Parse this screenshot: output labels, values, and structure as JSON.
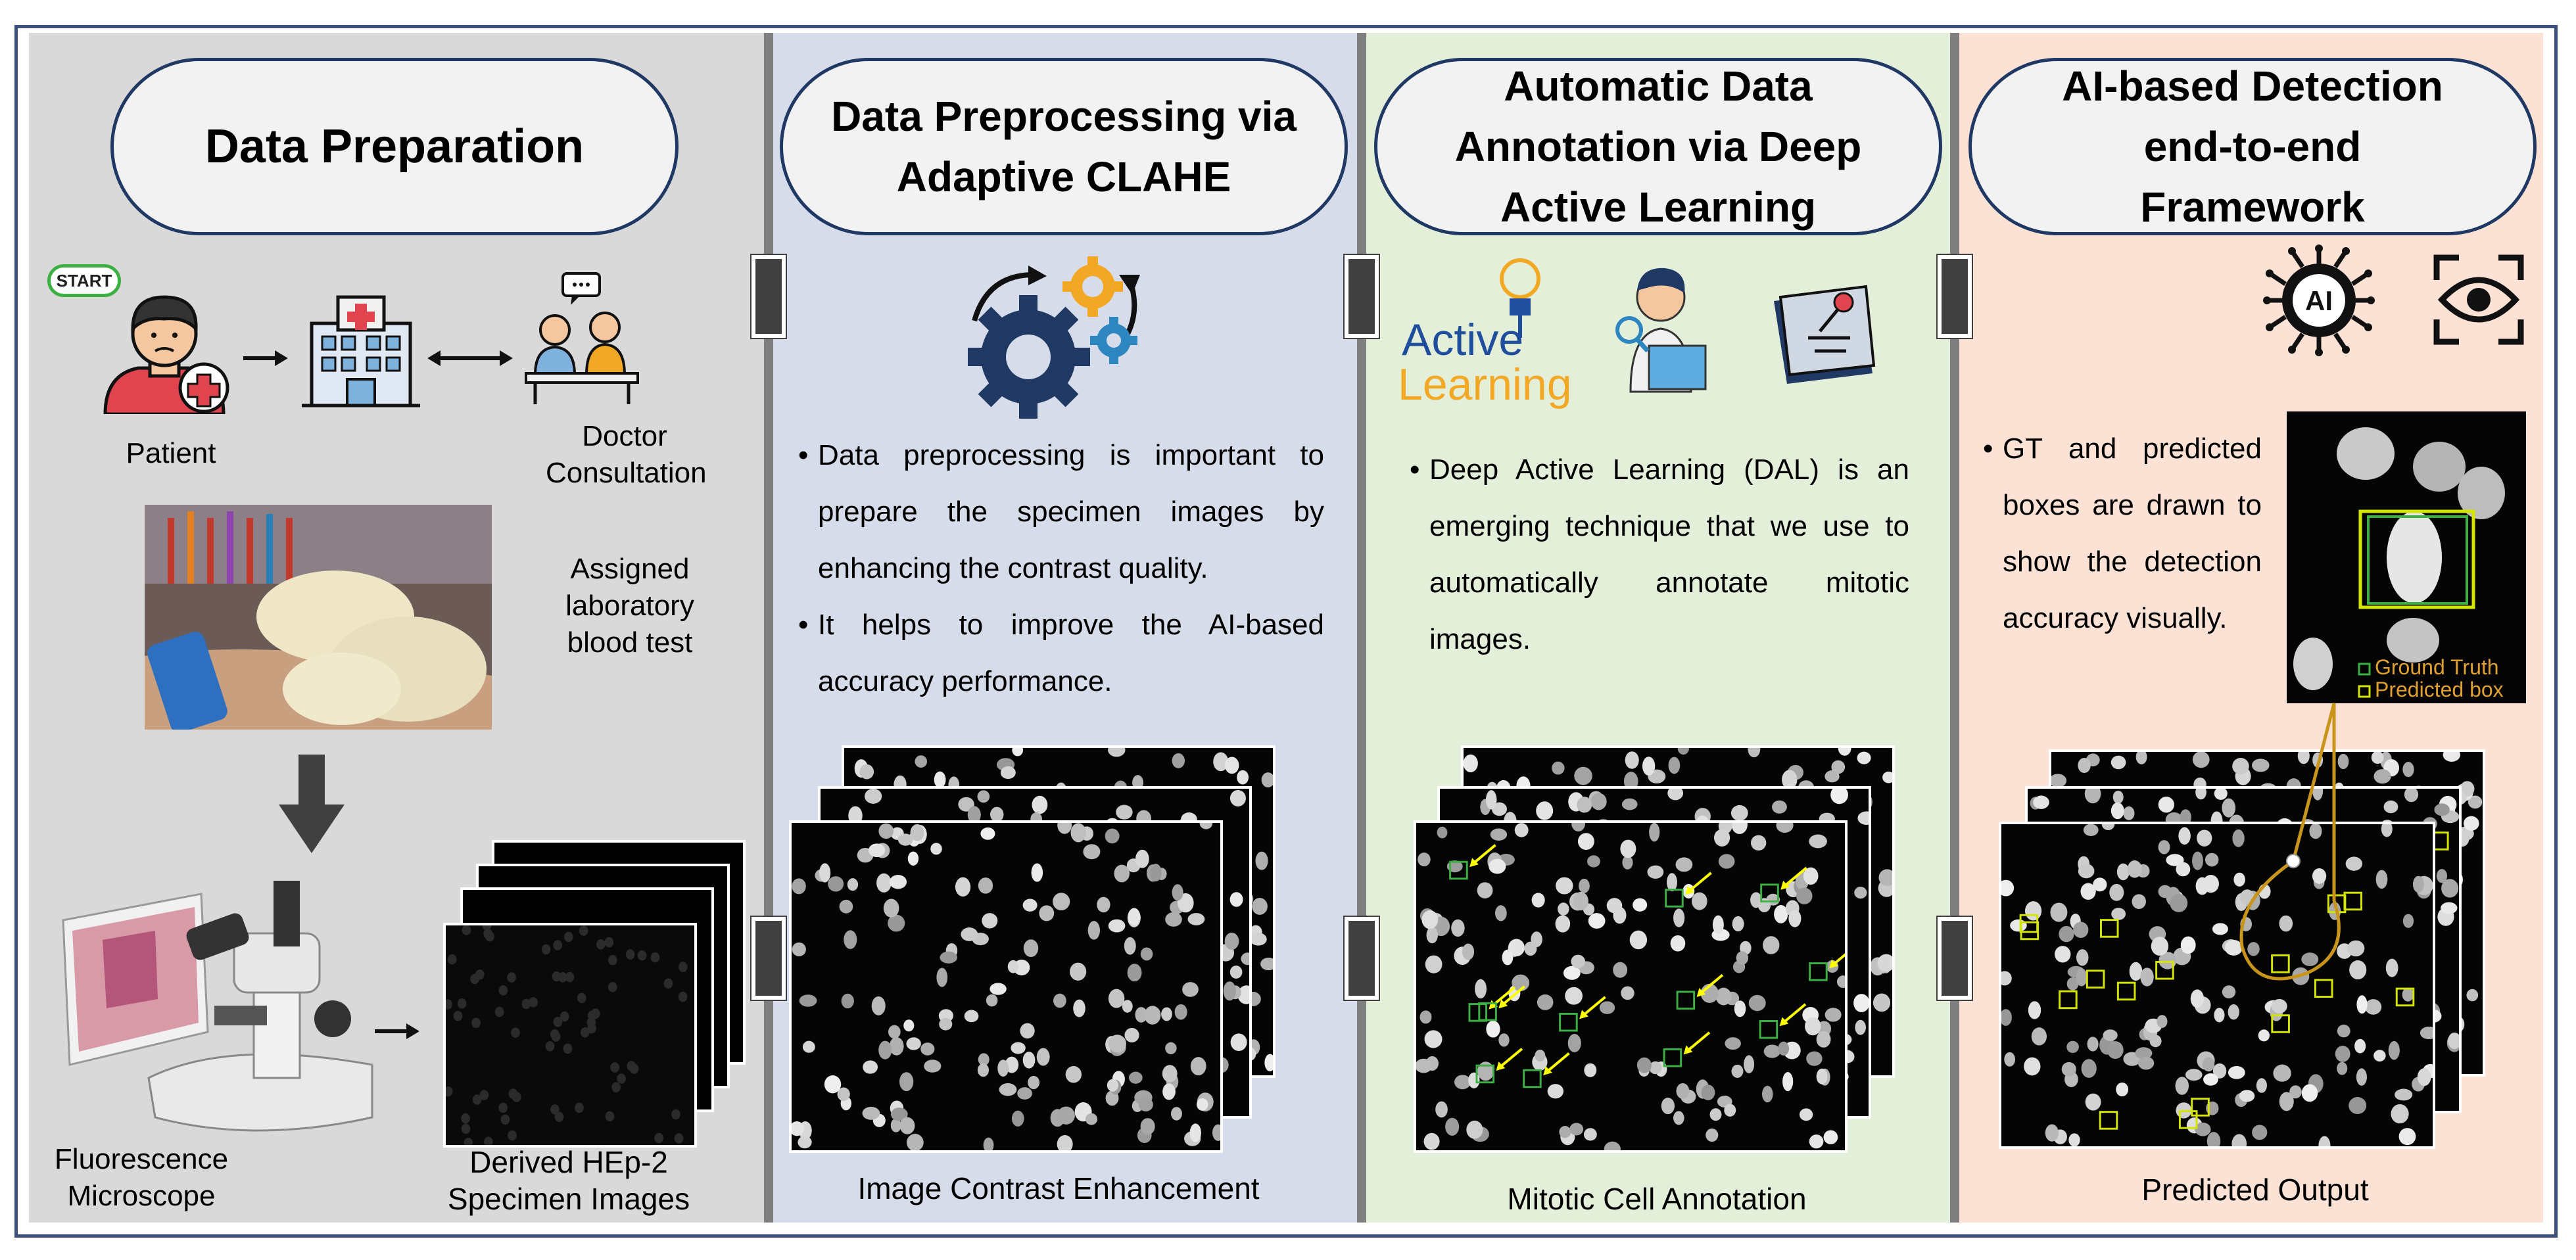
{
  "panels": [
    {
      "title": "Data Preparation",
      "start_badge": "START",
      "patient_label": "Patient",
      "doctor_label": "Doctor\nConsultation",
      "blood_test_label": "Assigned\nlaboratory\nblood test",
      "microscope_label": "Fluorescence\nMicroscope",
      "specimen_label": "Derived HEp-2\nSpecimen Images"
    },
    {
      "title": "Data Preprocessing via\nAdaptive CLAHE",
      "bullets": [
        "Data preprocessing is important to prepare the specimen images by enhancing the contrast quality.",
        "It helps to improve the AI-based accuracy performance."
      ],
      "caption": "Image Contrast Enhancement"
    },
    {
      "title": "Automatic Data\nAnnotation via Deep\nActive Learning",
      "logo_text_1": "Active",
      "logo_text_2": "Learning",
      "bullets": [
        "Deep Active Learning (DAL) is an emerging technique that we use to automatically annotate mitotic images."
      ],
      "caption": "Mitotic Cell Annotation"
    },
    {
      "title": "AI-based Detection\nend-to-end\nFramework",
      "ai_badge": "AI",
      "bullets": [
        "GT and predicted boxes are drawn to show the detection accuracy visually."
      ],
      "legend": [
        "Ground Truth",
        "Predicted box"
      ],
      "caption": "Predicted Output"
    }
  ],
  "colors": {
    "frame": "#3d4f7c",
    "panel1": "#d9d9d9",
    "panel2": "#d6dce9",
    "panel3": "#e3efd9",
    "panel4": "#fbe2d5",
    "pill_border": "#1f3864",
    "annotation_arrow": "#ffff00",
    "gt_box": "#3cb043",
    "pred_box": "#d4e600",
    "zoom_outline": "#c8951a"
  }
}
